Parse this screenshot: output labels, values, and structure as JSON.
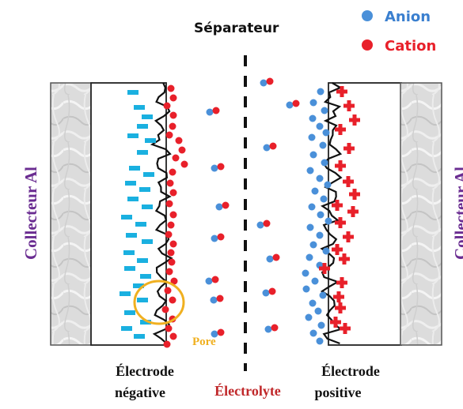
{
  "title": "Séparateur",
  "legend": {
    "anion": "Anion",
    "cation": "Cation"
  },
  "labels": {
    "collector_left": "Collecteur Al",
    "collector_right": "Collecteur Al",
    "pore": "Pore",
    "electrode_negative_line1": "Électrode",
    "electrode_negative_line2": "négative",
    "electrolyte": "Électrolyte",
    "electrode_positive_line1": "Électrode",
    "electrode_positive_line2": "positive"
  },
  "colors": {
    "anion": "#4a90d9",
    "cation": "#e8202a",
    "negative_charge": "#1ab0e0",
    "collector_label": "#6a2c91",
    "pore_highlight": "#f0b020",
    "electrolyte_label": "#c0282a",
    "legend_anion_text": "#3a7fcf",
    "legend_cation_text": "#e8202a"
  }
}
